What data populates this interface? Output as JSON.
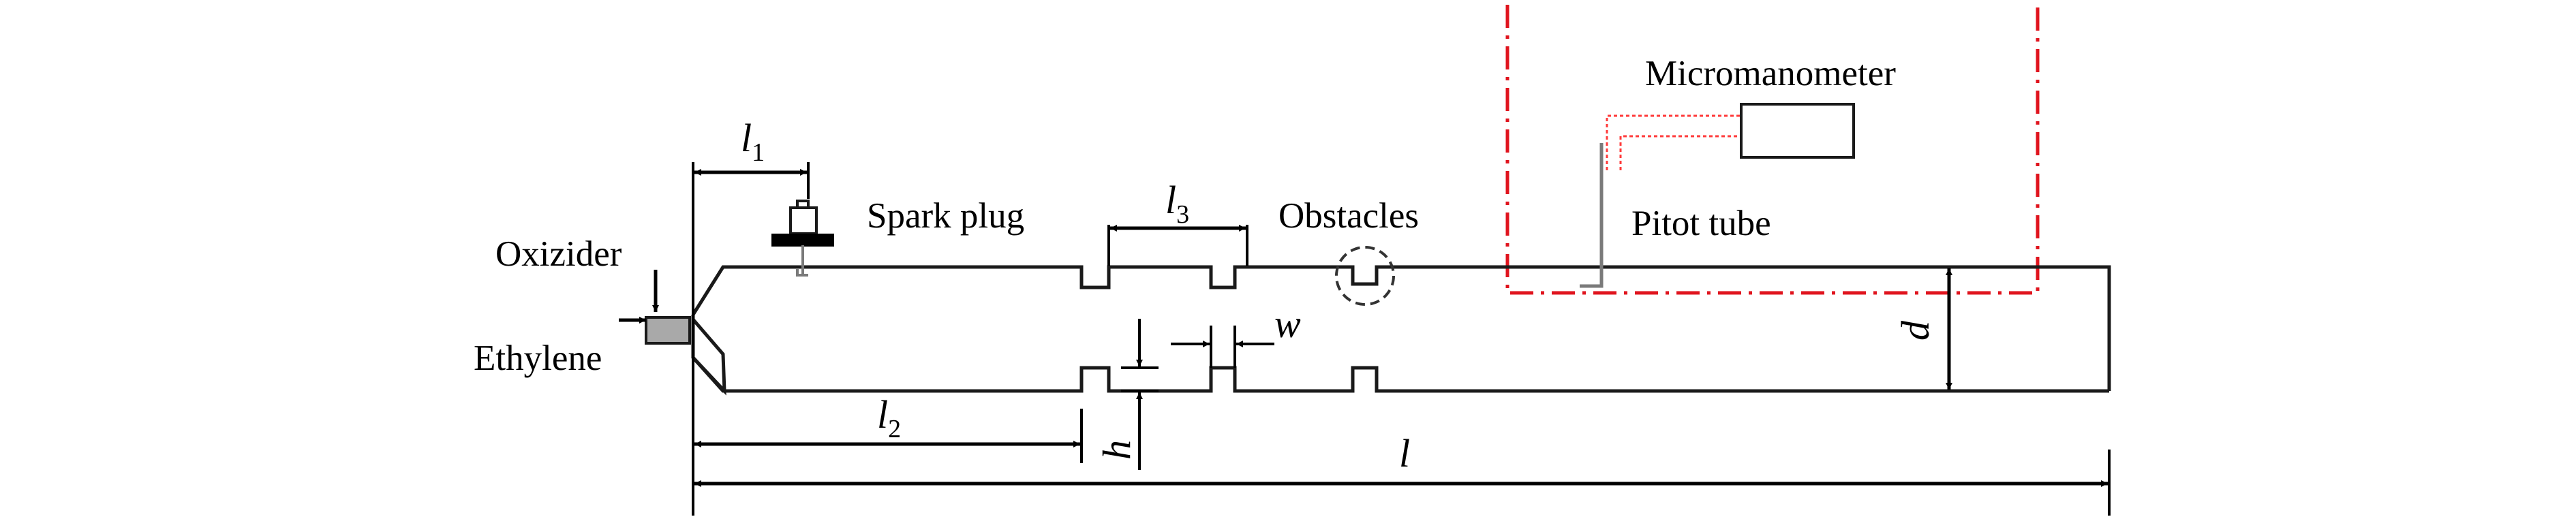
{
  "labels": {
    "oxidizer": "Oxizider",
    "ethylene": "Ethylene",
    "spark_plug": "Spark plug",
    "obstacles": "Obstacles",
    "micromanometer": "Micromanometer",
    "pitot_tube": "Pitot tube"
  },
  "dimensions": {
    "l1": {
      "symbol": "l",
      "subscript": "1"
    },
    "l2": {
      "symbol": "l",
      "subscript": "2"
    },
    "l3": {
      "symbol": "l",
      "subscript": "3"
    },
    "l": {
      "symbol": "l"
    },
    "h": {
      "symbol": "h"
    },
    "w": {
      "symbol": "w"
    },
    "d": {
      "symbol": "d"
    }
  },
  "colors": {
    "line": "#1a1a1a",
    "measurement_box": "#e0141e",
    "pitot_tube_line": "#7a7a7a",
    "signal_line": "#ff3a3a",
    "inlet_fill": "#a9a9a9"
  }
}
